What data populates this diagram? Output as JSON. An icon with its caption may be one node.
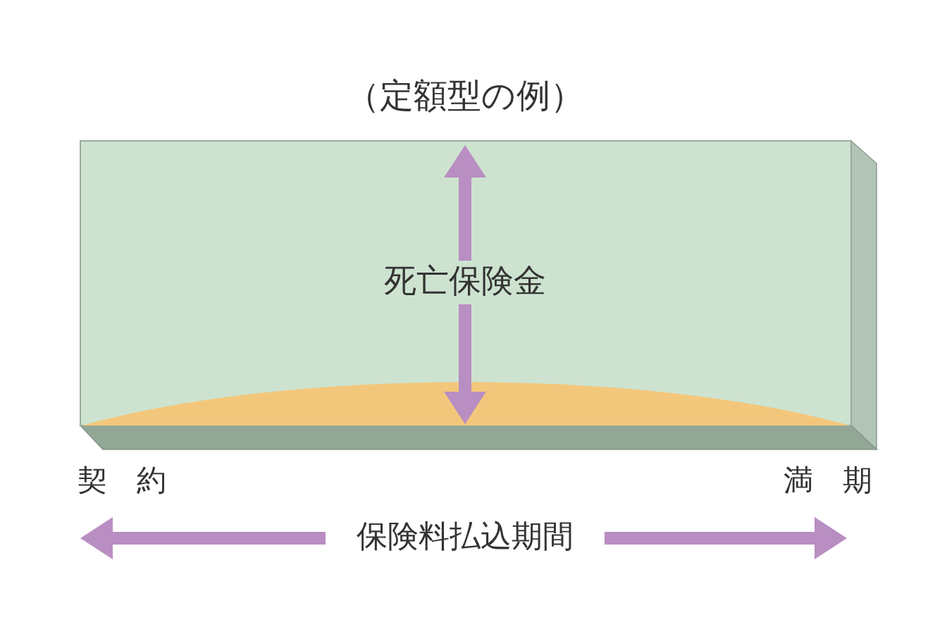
{
  "diagram": {
    "title": "（定額型の例）",
    "nodes": [
      {
        "text": [
          "死亡保険金"
        ]
      }
    ],
    "labels": [
      "契　約",
      "満　期",
      "保険料払込期間"
    ]
  }
}
